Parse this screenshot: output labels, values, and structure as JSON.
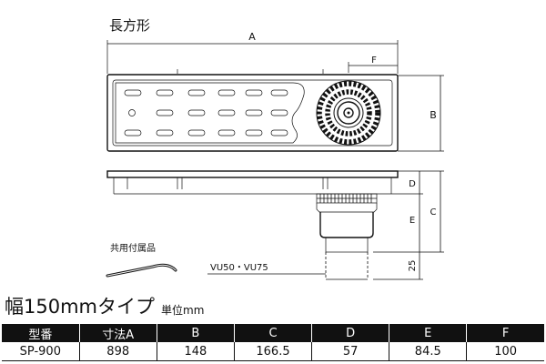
{
  "drawing": {
    "shape_label": "長方形",
    "dims": {
      "A": "A",
      "B": "B",
      "C": "C",
      "D": "D",
      "E": "E",
      "F": "F",
      "H": "25"
    },
    "accessory_label": "共用付属品",
    "pipe_label": "VU50・VU75"
  },
  "spec": {
    "title": "幅150mmタイプ",
    "unit": "単位mm",
    "headers": [
      "型番",
      "寸法A",
      "B",
      "C",
      "D",
      "E",
      "F"
    ],
    "rows": [
      [
        "SP-900",
        "898",
        "148",
        "166.5",
        "57",
        "84.5",
        "100"
      ]
    ]
  }
}
